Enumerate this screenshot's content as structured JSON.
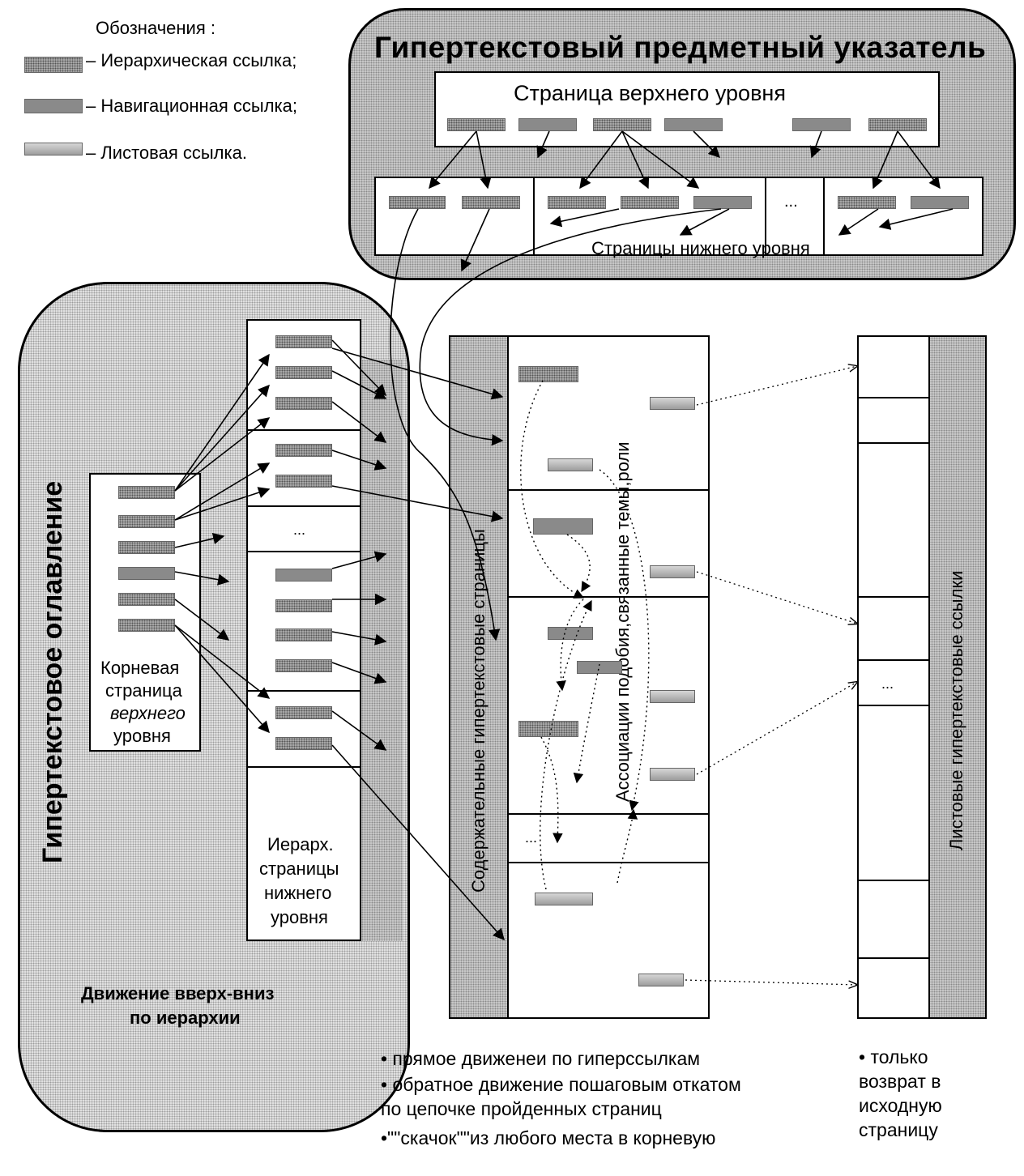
{
  "legend": {
    "title": "Обозначения :",
    "hierarchical": "– Иерархическая ссылка;",
    "navigational": "– Навигационная ссылка;",
    "leaf": "– Листовая ссылка."
  },
  "index_region": {
    "title": "Гипертекстовый предметный указатель",
    "top_page": "Страница верхнего уровня",
    "ellipsis": "...",
    "lower_pages": "Страницы нижнего уровня"
  },
  "toc_region": {
    "title": "Гипертекстовое оглавление",
    "root_page": [
      "Корневая",
      "страница",
      "верхнего",
      "уровня"
    ],
    "hier_pages": [
      "Иерарх.",
      "страницы",
      "нижнего",
      "уровня"
    ],
    "ellipsis": "...",
    "caption": [
      "Движение вверх-вниз",
      "по иерархии"
    ]
  },
  "content_block": {
    "side_label": "Содержательные гипертекстовые страницы",
    "center_label": "Ассоциации подобия,связанные темы,роли",
    "ellipsis": "..."
  },
  "leaf_block": {
    "side_label": "Листовые гипертекстовые ссылки",
    "ellipsis": "..."
  },
  "notes_left": [
    "•  прямое движенеи по гиперссылкам",
    "•  обратное движение пошаговым откатом",
    "    по цепочке пройденных страниц",
    "•\"\"скачок\"\"из любого места в корневую"
  ],
  "notes_right": [
    "•  только",
    "    возврат в",
    "    исходную",
    "    страницу"
  ]
}
